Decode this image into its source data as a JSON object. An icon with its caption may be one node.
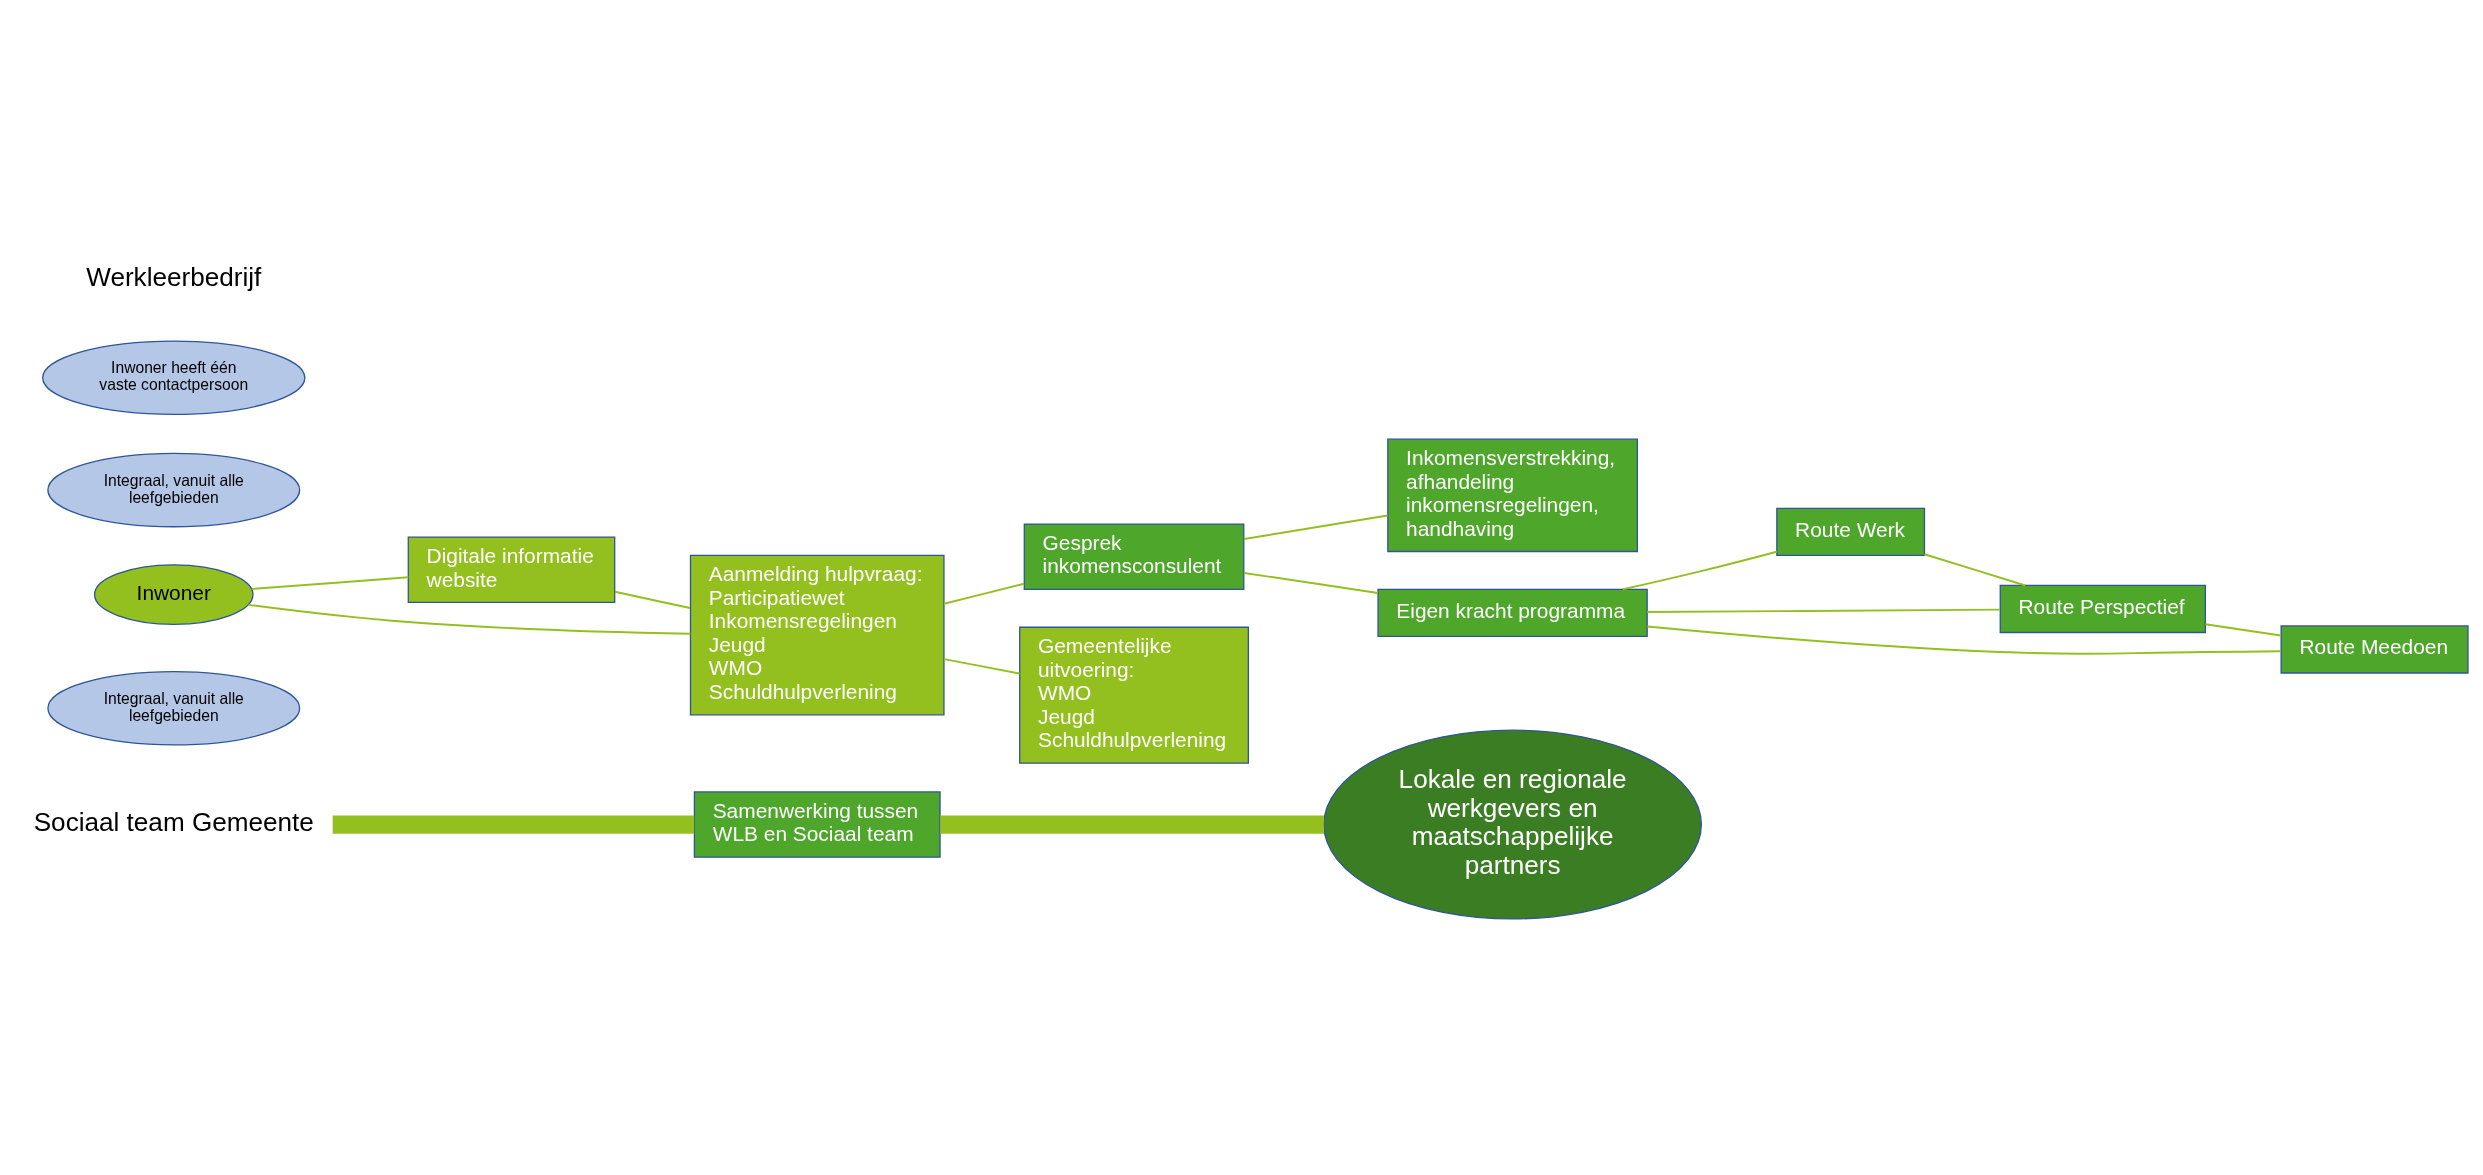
{
  "diagram": {
    "nodes": [
      {
        "text": [
          "Sociaal team Gemeente"
        ]
      },
      {
        "text": [
          "Samenwerking tussen WLB en Sociaal team"
        ]
      },
      {
        "text": [
          "Integraal, vanuit alle leefgebieden"
        ]
      },
      {
        "text": [
          "Inwoner"
        ]
      },
      {
        "text": [
          "Integraal, vanuit alle leefgebieden"
        ]
      },
      {
        "text": [
          "Digitale informatie website"
        ]
      },
      {
        "text": [
          "Aanmelding hulpvraag:",
          "Participatiewet",
          "Inkomensregelingen",
          "Jeugd",
          "WMO",
          "Schuldhulpverlening"
        ]
      },
      {
        "text": [
          "Gesprek inkomensconsulent"
        ]
      },
      {
        "text": [
          "Inkomensverstrekking, afhandeling inkomensregelingen, handhaving"
        ]
      },
      {
        "text": [
          "Eigen kracht programma"
        ]
      },
      {
        "text": [
          "Route Werk"
        ]
      },
      {
        "text": [
          "Route Perspectief"
        ]
      },
      {
        "text": [
          "Route Meedoen"
        ]
      },
      {
        "text": [
          "Inwoner heeft één vaste contactpersoon"
        ]
      },
      {
        "text": [
          "Gemeentelijke uitvoering:",
          "WMO",
          "Jeugd",
          "Schuldhulpverlening"
        ]
      },
      {
        "text": [
          "Lokale en regionale werkgevers en maatschappelijke partners"
        ]
      }
    ],
    "edges": [
      {
        "from": 0,
        "to": 1,
        "arrow": "none",
        "style": "thick"
      },
      {
        "from": 1,
        "to": 15,
        "arrow": "none",
        "style": "thick"
      },
      {
        "from": 3,
        "to": 6,
        "arrow": "none"
      },
      {
        "from": 3,
        "to": 5,
        "arrow": "none"
      },
      {
        "from": 5,
        "to": 6,
        "arrow": "none"
      },
      {
        "from": 6,
        "to": 7,
        "arrow": "none"
      },
      {
        "from": 7,
        "to": 8,
        "arrow": "none"
      },
      {
        "from": 7,
        "to": 9,
        "arrow": "none"
      },
      {
        "from": 9,
        "to": 10,
        "arrow": "none"
      },
      {
        "from": 9,
        "to": 11,
        "arrow": "none"
      },
      {
        "from": 9,
        "to": 12,
        "arrow": "none"
      },
      {
        "from": 10,
        "to": 11,
        "arrow": "none"
      },
      {
        "from": 11,
        "to": 12,
        "arrow": "none"
      },
      {
        "from": 6,
        "to": 14,
        "arrow": "none"
      }
    ],
    "labels": [
      "Werkleerbedrijf"
    ]
  }
}
